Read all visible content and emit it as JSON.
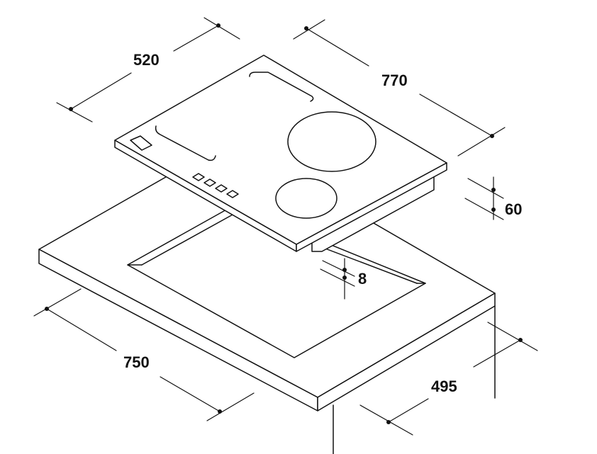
{
  "diagram": {
    "dimensions": {
      "hob_depth": "520",
      "hob_width": "770",
      "hob_height": "60",
      "cutout_clearance": "8",
      "cutout_width": "750",
      "cutout_depth": "495"
    },
    "colors": {
      "line": "#111111",
      "background": "#ffffff"
    },
    "hob": {
      "zones": [
        "cooking-zone-large",
        "cooking-zone-small",
        "cooking-zone-rear",
        "cooking-zone-front-left"
      ],
      "control_buttons_count": 4
    }
  }
}
